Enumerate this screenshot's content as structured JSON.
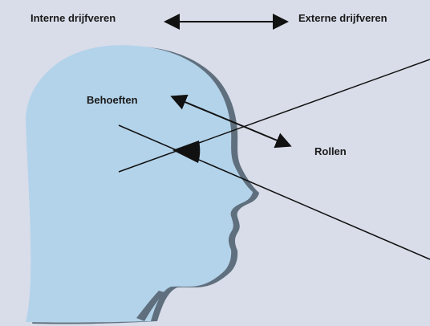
{
  "labels": {
    "internal_drivers": "Interne drijfveren",
    "external_drivers": "Externe drijfveren",
    "needs": "Behoeften",
    "roles": "Rollen"
  },
  "colors": {
    "background": "#d9dde9",
    "head_fill": "#b3d3ea",
    "head_shadow": "#5f6f7e",
    "lines": "#111111"
  }
}
